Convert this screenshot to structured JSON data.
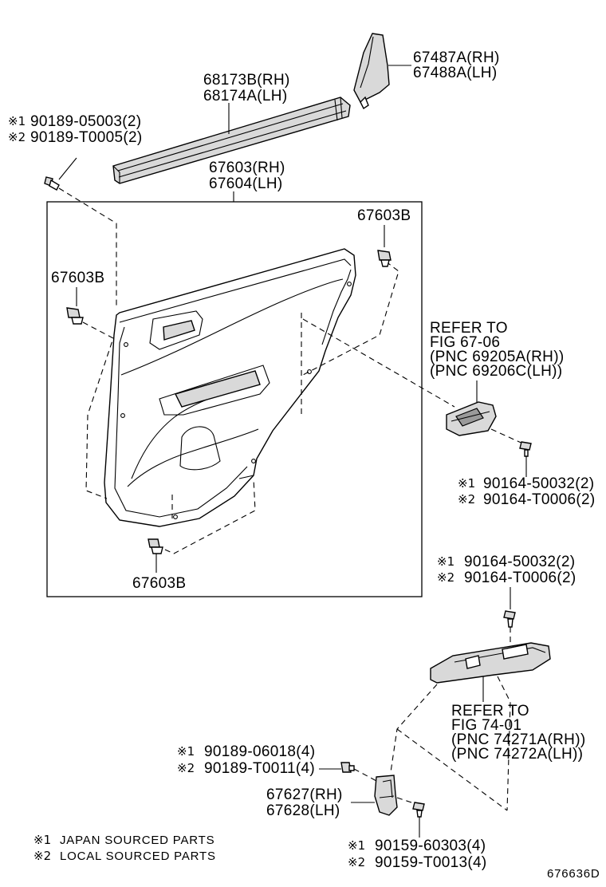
{
  "figure_id": "676636D",
  "parts": {
    "weatherstrip_rh": "67487A(RH)",
    "weatherstrip_lh": "67488A(LH)",
    "moulding_rh": "68173B(RH)",
    "moulding_lh": "68174A(LH)",
    "clip_top_1": "90189-05003(2)",
    "clip_top_2": "90189-T0005(2)",
    "panel_rh": "67603(RH)",
    "panel_lh": "67604(LH)",
    "clip_upper_right": "67603B",
    "clip_left": "67603B",
    "clip_bottom": "67603B",
    "handle_refer_1": "REFER TO",
    "handle_refer_2": "FIG 67-06",
    "handle_refer_3": "(PNC 69205A(RH))",
    "handle_refer_4": "(PNC 69206C(LH))",
    "screw_handle_1": "90164-50032(2)",
    "screw_handle_2": "90164-T0006(2)",
    "screw_switch_1": "90164-50032(2)",
    "screw_switch_2": "90164-T0006(2)",
    "switch_refer_1": "REFER TO",
    "switch_refer_2": "FIG 74-01",
    "switch_refer_3": "(PNC 74271A(RH))",
    "switch_refer_4": "(PNC 74272A(LH))",
    "clip_bracket_1": "90189-06018(4)",
    "clip_bracket_2": "90189-T0011(4)",
    "bracket_rh": "67627(RH)",
    "bracket_lh": "67628(LH)",
    "screw_bracket_1": "90159-60303(4)",
    "screw_bracket_2": "90159-T0013(4)"
  },
  "marks": {
    "m1": "※1",
    "m2": "※2"
  },
  "legend": {
    "mark_1": "※1",
    "mark_2": "※2",
    "text_1": "JAPAN SOURCED PARTS",
    "text_2": "LOCAL SOURCED PARTS"
  }
}
